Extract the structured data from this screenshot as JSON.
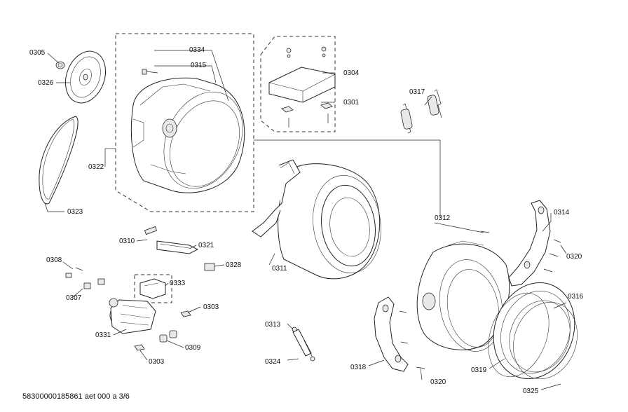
{
  "labels": {
    "p0305": "0305",
    "p0326": "0326",
    "p0322": "0322",
    "p0323": "0323",
    "p0334": "0334",
    "p0315": "0315",
    "p0304": "0304",
    "p0301": "0301",
    "p0317": "0317",
    "p0310": "0310",
    "p0321": "0321",
    "p0328": "0328",
    "p0308": "0308",
    "p0307": "0307",
    "p0333": "0333",
    "p0303a": "0303",
    "p0303b": "0303",
    "p0331": "0331",
    "p0309": "0309",
    "p0311": "0311",
    "p0312": "0312",
    "p0314": "0314",
    "p0320a": "0320",
    "p0320b": "0320",
    "p0316": "0316",
    "p0313": "0313",
    "p0324": "0324",
    "p0318": "0318",
    "p0319": "0319",
    "p0325": "0325"
  },
  "footer": "58300000185861 aet 000 a 3/6"
}
